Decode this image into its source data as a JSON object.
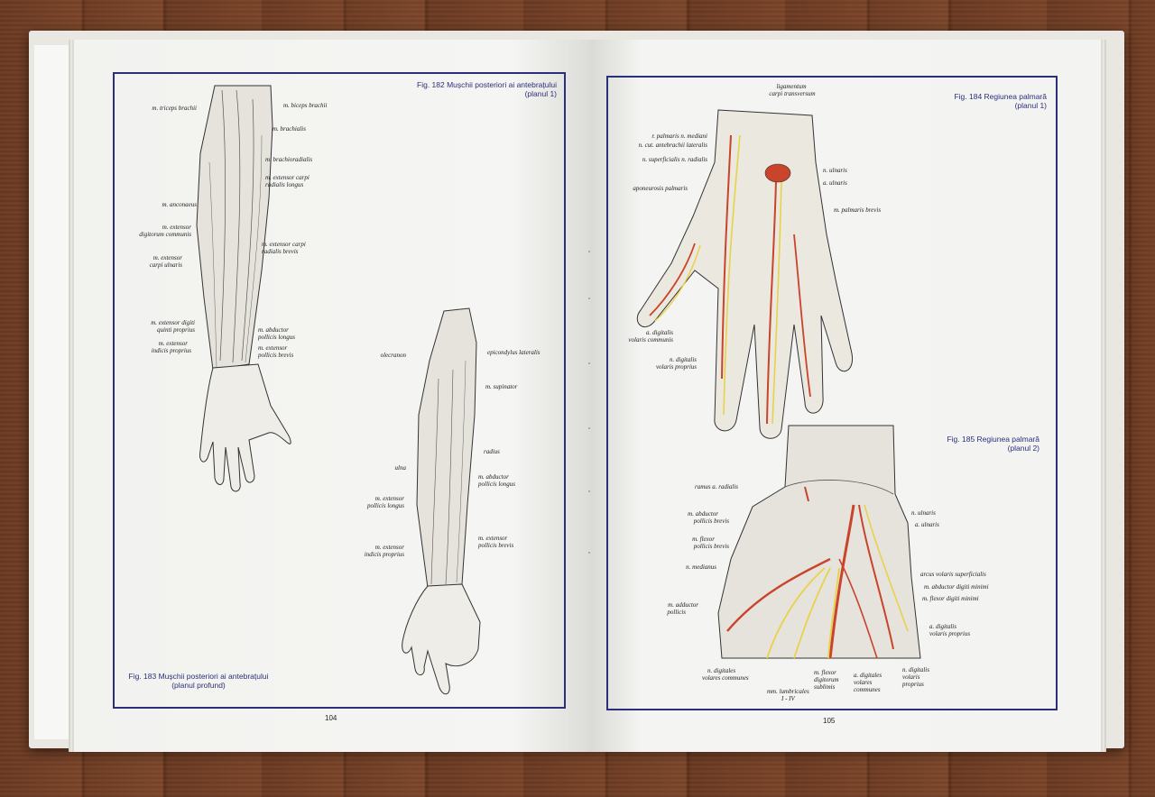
{
  "left_page": {
    "page_number": "104",
    "fig182": {
      "title": "Fig. 182 Mușchii posteriori ai antebrațului",
      "subtitle": "(planul  1)",
      "labels": [
        "m. triceps brachii",
        "m. biceps brachii",
        "m. brachialis",
        "m. brachioradialis",
        "m. extensor carpi",
        "radialis longus",
        "m. anconaeus",
        "m. extensor",
        "digitorum communis",
        "m. extensor carpi",
        "radialis brevis",
        "m. extensor",
        "carpi ulnaris",
        "m. extensor digiti",
        "quinti proprius",
        "m. abductor",
        "pollicis longus",
        "m. extensor",
        "indicis proprius",
        "m. extensor",
        "pollicis brevis"
      ]
    },
    "fig183": {
      "title": "Fig. 183 Mușchii posteriori ai antebrațului",
      "subtitle": "(planul profund)",
      "labels": [
        "olecranon",
        "epicondylus lateralis",
        "m. supinator",
        "radius",
        "ulna",
        "m. abductor",
        "pollicis longus",
        "m. extensor",
        "pollicis longus",
        "m. extensor",
        "pollicis brevis",
        "m. extensor",
        "indicis proprius"
      ]
    }
  },
  "right_page": {
    "page_number": "105",
    "fig184": {
      "title": "Fig. 184 Regiunea palmară",
      "subtitle": "(planul 1)",
      "labels": [
        "ligamentum",
        "carpi transversum",
        "r. palmaris n. mediani",
        "n. cut. antebrachii lateralis",
        "n. superficialis n. radialis",
        "n. ulnaris",
        "a. ulnaris",
        "aponeurosis palmaris",
        "m. palmaris brevis",
        "a. digitalis",
        "volaris communis",
        "n. digitalis",
        "volaris proprius"
      ]
    },
    "fig185": {
      "title": "Fig. 185 Regiunea palmară",
      "subtitle": "(planul 2)",
      "labels": [
        "ramus a. radialis",
        "n. ulnaris",
        "a. ulnaris",
        "m. abductor",
        "pollicis brevis",
        "m. flexor",
        "pollicis brevis",
        "n. medianus",
        "arcus volaris superficialis",
        "m. abductor digiti minimi",
        "m. flexor digiti minimi",
        "m. adductor",
        "pollicis",
        "a. digitalis",
        "volaris proprius",
        "n. digitales",
        "volares communes",
        "mm. lumbricales",
        "I - IV",
        "m. flexor",
        "digitorum",
        "sublimis",
        "a. digitales",
        "volares",
        "communes",
        "n. digitalis",
        "volaris",
        "proprius"
      ]
    }
  },
  "colors": {
    "frame": "#2a2f7c",
    "artery": "#c8442a",
    "nerve": "#e8d24a",
    "wood": "#6b3a22"
  }
}
